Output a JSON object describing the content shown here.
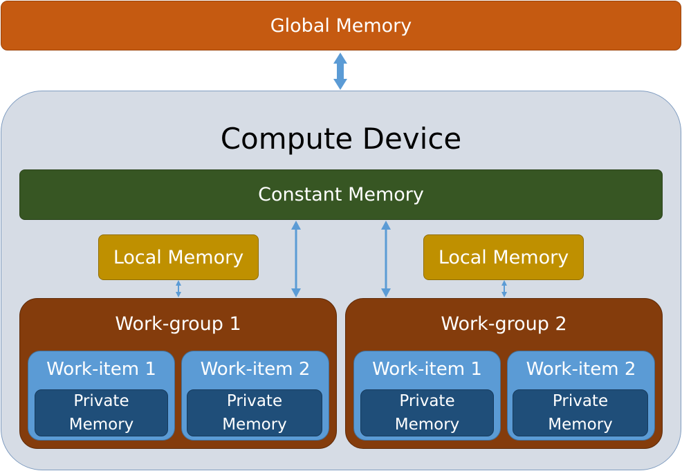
{
  "global_memory": {
    "label": "Global Memory"
  },
  "compute_device": {
    "title": "Compute Device"
  },
  "constant_memory": {
    "label": "Constant Memory"
  },
  "local_memories": [
    {
      "label": "Local Memory"
    },
    {
      "label": "Local Memory"
    }
  ],
  "work_groups": [
    {
      "title": "Work-group 1",
      "work_items": [
        {
          "title": "Work-item 1",
          "private_line1": "Private",
          "private_line2": "Memory"
        },
        {
          "title": "Work-item 2",
          "private_line1": "Private",
          "private_line2": "Memory"
        }
      ]
    },
    {
      "title": "Work-group 2",
      "work_items": [
        {
          "title": "Work-item 1",
          "private_line1": "Private",
          "private_line2": "Memory"
        },
        {
          "title": "Work-item 2",
          "private_line1": "Private",
          "private_line2": "Memory"
        }
      ]
    }
  ],
  "colors": {
    "global": "#c55a11",
    "device": "#d6dce5",
    "constant": "#375623",
    "local": "#bf9000",
    "work_group": "#843c0c",
    "work_item": "#5b9bd5",
    "private": "#1f4e79",
    "arrow": "#5b9bd5"
  }
}
